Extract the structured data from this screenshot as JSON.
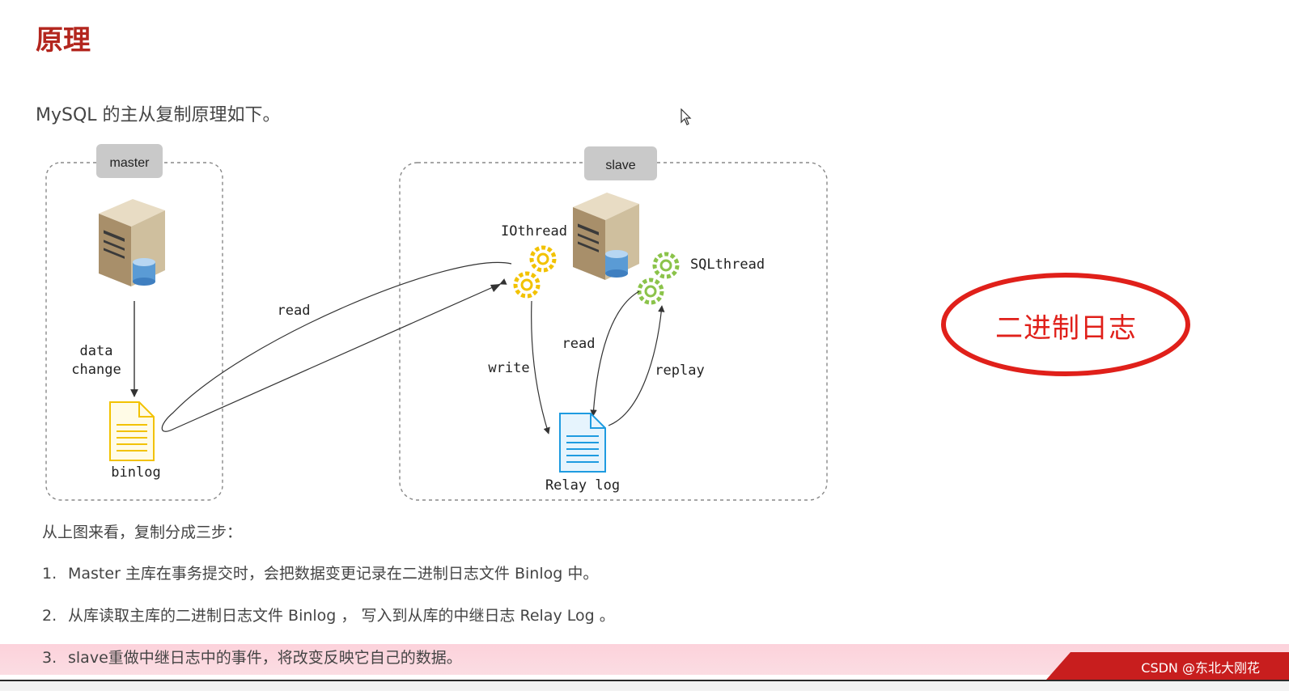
{
  "page": {
    "title": "原理",
    "intro": "MySQL 的主从复制原理如下。"
  },
  "diagram": {
    "master_tag": "master",
    "slave_tag": "slave",
    "data_change_line1": "data",
    "data_change_line2": "change",
    "binlog": "binlog",
    "read_master": "read",
    "iothread": "IOthread",
    "sqlthread": "SQLthread",
    "write": "write",
    "read_slave": "read",
    "replay": "replay",
    "relay_log": "Relay log",
    "highlight": "二进制日志",
    "highlight_color": "#e0201a"
  },
  "steps": {
    "heading": "从上图来看，复制分成三步：",
    "items": [
      {
        "num": "1.",
        "text": "Master 主库在事务提交时，会把数据变更记录在二进制日志文件 Binlog 中。"
      },
      {
        "num": "2.",
        "text": "从库读取主库的二进制日志文件 Binlog ， 写入到从库的中继日志 Relay Log 。"
      },
      {
        "num": "3.",
        "text": "slave重做中继日志中的事件，将改变反映它自己的数据。"
      }
    ]
  },
  "footer": {
    "watermark": "CSDN @东北大刚花"
  },
  "colors": {
    "title": "#b3261e",
    "gear_yellow": "#f2c200",
    "gear_green": "#8bc34a",
    "binlog_file": "#f2c200",
    "relay_file": "#1e9be0"
  }
}
